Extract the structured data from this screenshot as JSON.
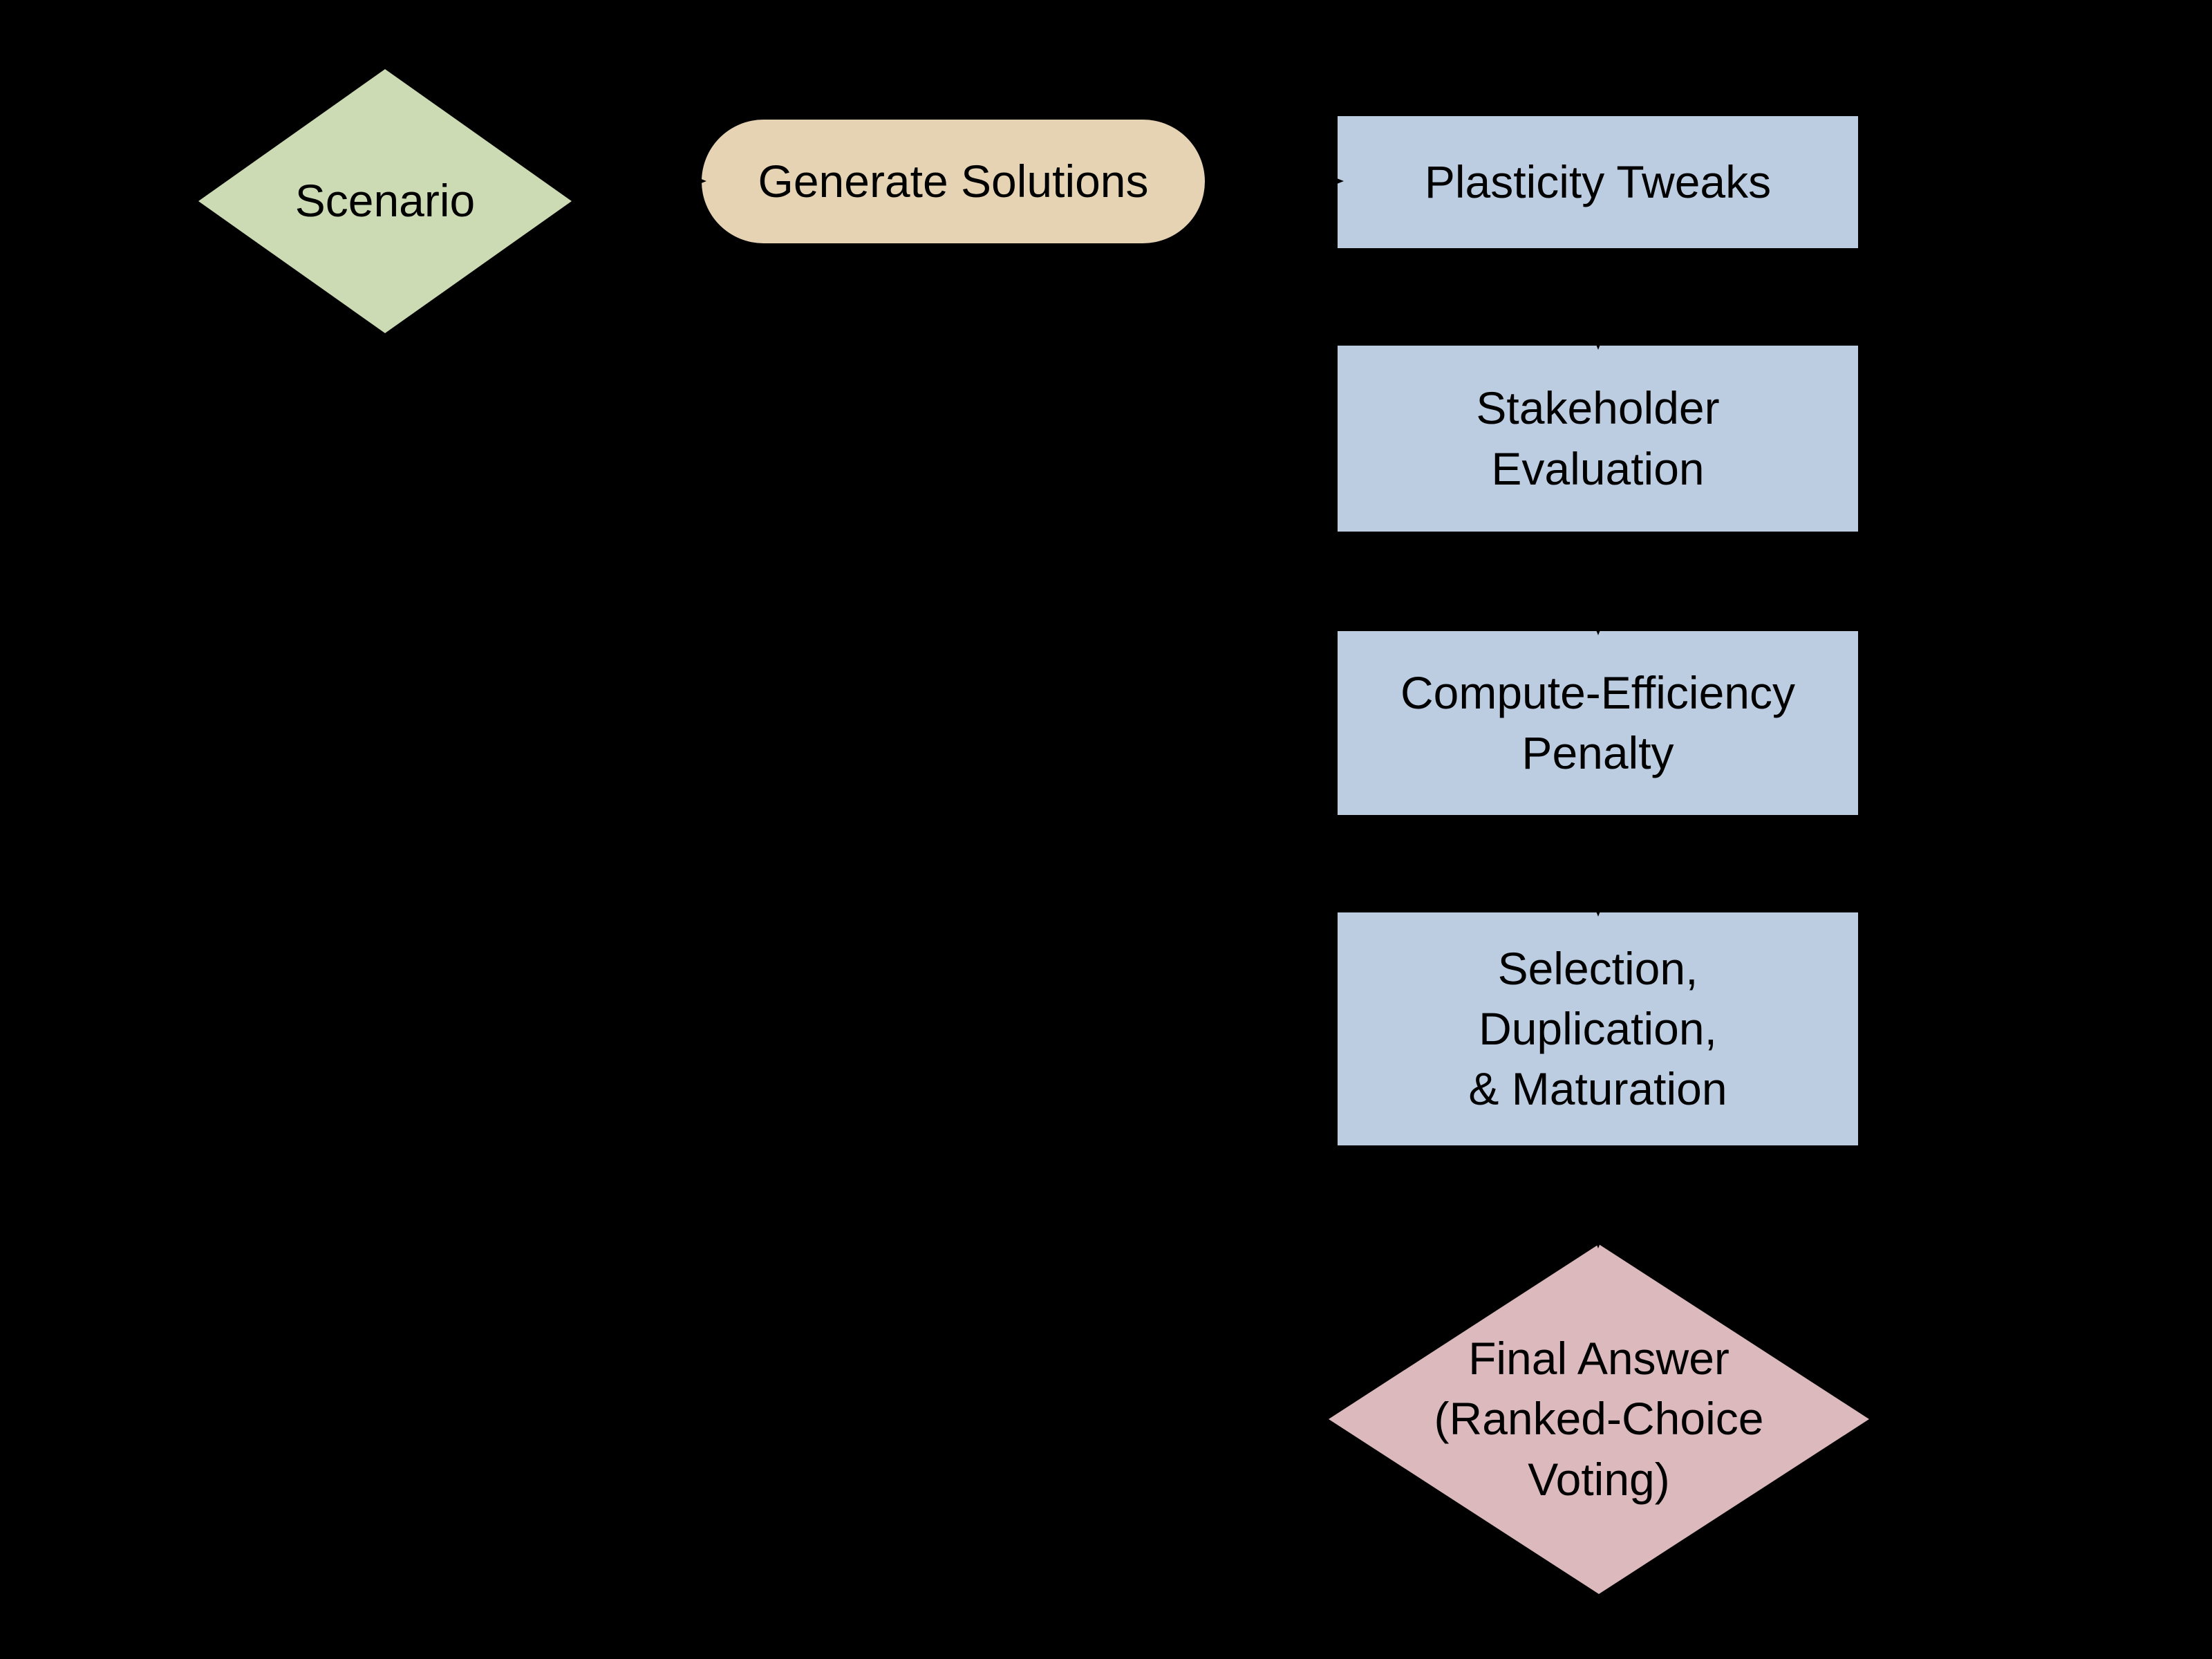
{
  "diagram": {
    "background": "#000000",
    "text_color": "#000000",
    "connector_color": "#000000",
    "nodes": [
      {
        "id": "scenario",
        "shape": "diamond",
        "label": "Scenario",
        "fill": "#ccdbb3"
      },
      {
        "id": "generate-solutions",
        "shape": "pill",
        "label": "Generate Solutions",
        "fill": "#e6d3b3"
      },
      {
        "id": "plasticity-tweaks",
        "shape": "rectangle",
        "label": "Plasticity Tweaks",
        "fill": "#bccde2"
      },
      {
        "id": "stakeholder-evaluation",
        "shape": "rectangle",
        "label": "Stakeholder\nEvaluation",
        "fill": "#bccde2"
      },
      {
        "id": "compute-efficiency-penalty",
        "shape": "rectangle",
        "label": "Compute-Efficiency\nPenalty",
        "fill": "#bccde2"
      },
      {
        "id": "selection-duplication-maturation",
        "shape": "rectangle",
        "label": "Selection,\nDuplication,\n& Maturation",
        "fill": "#bccde2"
      },
      {
        "id": "final-answer",
        "shape": "diamond",
        "label": "Final Answer\n(Ranked-Choice\nVoting)",
        "fill": "#dcb9bc"
      }
    ],
    "edges": [
      {
        "from": "scenario",
        "to": "generate-solutions",
        "type": "arrow"
      },
      {
        "from": "generate-solutions",
        "to": "plasticity-tweaks",
        "type": "arrow"
      },
      {
        "from": "plasticity-tweaks",
        "to": "stakeholder-evaluation",
        "type": "arrow"
      },
      {
        "from": "stakeholder-evaluation",
        "to": "compute-efficiency-penalty",
        "type": "arrow"
      },
      {
        "from": "compute-efficiency-penalty",
        "to": "selection-duplication-maturation",
        "type": "arrow"
      },
      {
        "from": "selection-duplication-maturation",
        "to": "final-answer",
        "type": "arrow"
      },
      {
        "from": "selection-duplication-maturation",
        "to": "plasticity-tweaks",
        "type": "feedback-arrow"
      }
    ]
  }
}
